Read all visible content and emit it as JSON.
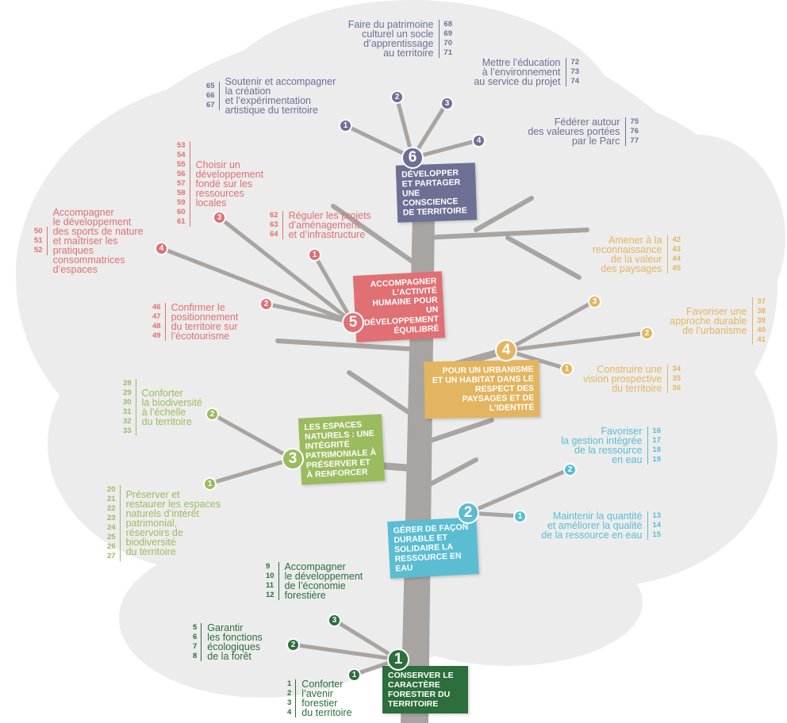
{
  "colors": {
    "canopy": "#ececec",
    "trunk": "#a8a4a2"
  },
  "sections": [
    {
      "id": "1",
      "color": "#2c6e3c",
      "title": "CONSERVER LE CARACTÈRE FORESTIER DU TERRITOIRE",
      "items": [
        {
          "n": "1",
          "text": "Conforter l’avenir forestier du territoire",
          "lines": [
            "Conforter",
            "l’avenir",
            "forestier",
            "du territoire"
          ],
          "nums": [
            "1",
            "2",
            "3",
            "4"
          ]
        },
        {
          "n": "2",
          "lines": [
            "Garantir",
            "les fonctions",
            "écologiques",
            "de la forêt"
          ],
          "nums": [
            "5",
            "6",
            "7",
            "8"
          ]
        },
        {
          "n": "3",
          "lines": [
            "Accompagner",
            "le développement",
            "de l’économie",
            "forestière"
          ],
          "nums": [
            "9",
            "10",
            "11",
            "12"
          ]
        }
      ]
    },
    {
      "id": "2",
      "color": "#5bbdd2",
      "title": "GÉRER DE FAÇON DURABLE ET SOLIDAIRE LA RESSOURCE EN EAU",
      "items": [
        {
          "n": "1",
          "lines": [
            "Maintenir la quantité",
            "et améliorer la qualité",
            "de la ressource en eau"
          ],
          "nums": [
            "13",
            "14",
            "15"
          ]
        },
        {
          "n": "2",
          "lines": [
            "Favoriser",
            "la gestion intégrée",
            "de la ressource",
            "en eau"
          ],
          "nums": [
            "16",
            "17",
            "18",
            "19"
          ]
        }
      ]
    },
    {
      "id": "3",
      "color": "#9bbb5f",
      "title": "LES ESPACES NATURELS : UNE INTÉGRITÉ PATRIMONIALE À PRÉSERVER ET À RENFORCER",
      "items": [
        {
          "n": "1",
          "lines": [
            "Préserver et",
            "restaurer les espaces",
            "naturels d’intérêt",
            "patrimonial,",
            "réservoirs de",
            "biodiversité",
            "du territoire"
          ],
          "nums": [
            "20",
            "21",
            "22",
            "23",
            "24",
            "25",
            "26",
            "27"
          ]
        },
        {
          "n": "2",
          "lines": [
            "Conforter",
            "la biodiversité",
            "à l’échelle",
            "du territoire"
          ],
          "nums": [
            "28",
            "29",
            "30",
            "31",
            "32",
            "33"
          ]
        }
      ]
    },
    {
      "id": "4",
      "color": "#e3b560",
      "title": "POUR UN URBANISME ET UN HABITAT DANS LE RESPECT DES PAYSAGES ET DE L’IDENTITÉ",
      "items": [
        {
          "n": "1",
          "lines": [
            "Construire une",
            "vision prospective",
            "du territoire"
          ],
          "nums": [
            "34",
            "35",
            "36"
          ]
        },
        {
          "n": "2",
          "lines": [
            "Favoriser une",
            "approche durable",
            "de l’urbanisme"
          ],
          "nums": [
            "37",
            "38",
            "39",
            "40",
            "41"
          ]
        },
        {
          "n": "3",
          "lines": [
            "Amener à la",
            "reconnaissance",
            "de la valeur",
            "des paysages"
          ],
          "nums": [
            "42",
            "43",
            "44",
            "45"
          ]
        }
      ]
    },
    {
      "id": "5",
      "color": "#e07073",
      "title": "ACCOMPAGNER L’ACTIVITÉ HUMAINE POUR UN DÉVELOPPEMENT ÉQUILIBRÉ",
      "items": [
        {
          "n": "1",
          "lines": [
            "Réguler les projets",
            "d’aménagement",
            "et d’infrastructure"
          ],
          "nums": [
            "62",
            "63",
            "64"
          ]
        },
        {
          "n": "2",
          "lines": [
            "Confirmer le",
            "positionnement",
            "du territoire sur",
            "l’écotourisme"
          ],
          "nums": [
            "46",
            "47",
            "48",
            "49"
          ]
        },
        {
          "n": "3",
          "lines": [
            "Choisir un",
            "développement",
            "fondé sur les",
            "ressources",
            "locales"
          ],
          "nums": [
            "53",
            "54",
            "55",
            "56",
            "57",
            "58",
            "59",
            "60",
            "61"
          ]
        },
        {
          "n": "4",
          "lines": [
            "Accompagner",
            "le développement",
            "des sports de nature",
            "et maîtriser les",
            "pratiques",
            "consommatrices",
            "d’espaces"
          ],
          "nums": [
            "50",
            "51",
            "52"
          ]
        }
      ]
    },
    {
      "id": "6",
      "color": "#6e6f94",
      "title": "DÉVELOPPER ET PARTAGER UNE CONSCIENCE DE TERRITOIRE",
      "items": [
        {
          "n": "1",
          "lines": [
            "Soutenir et accompagner",
            "la création",
            "et l’expérimentation",
            "artistique du territoire"
          ],
          "nums": [
            "65",
            "66",
            "67"
          ]
        },
        {
          "n": "2",
          "lines": [
            "Faire du patrimoine",
            "culturel un socle",
            "d’apprentissage",
            "au territoire"
          ],
          "nums": [
            "68",
            "69",
            "70",
            "71"
          ]
        },
        {
          "n": "3",
          "lines": [
            "Mettre l’éducation",
            "à l’environnement",
            "au service du projet"
          ],
          "nums": [
            "72",
            "73",
            "74"
          ]
        },
        {
          "n": "4",
          "lines": [
            "Fédérer autour",
            "des valeures portées",
            "par le Parc"
          ],
          "nums": [
            "75",
            "76",
            "77"
          ]
        }
      ]
    }
  ]
}
